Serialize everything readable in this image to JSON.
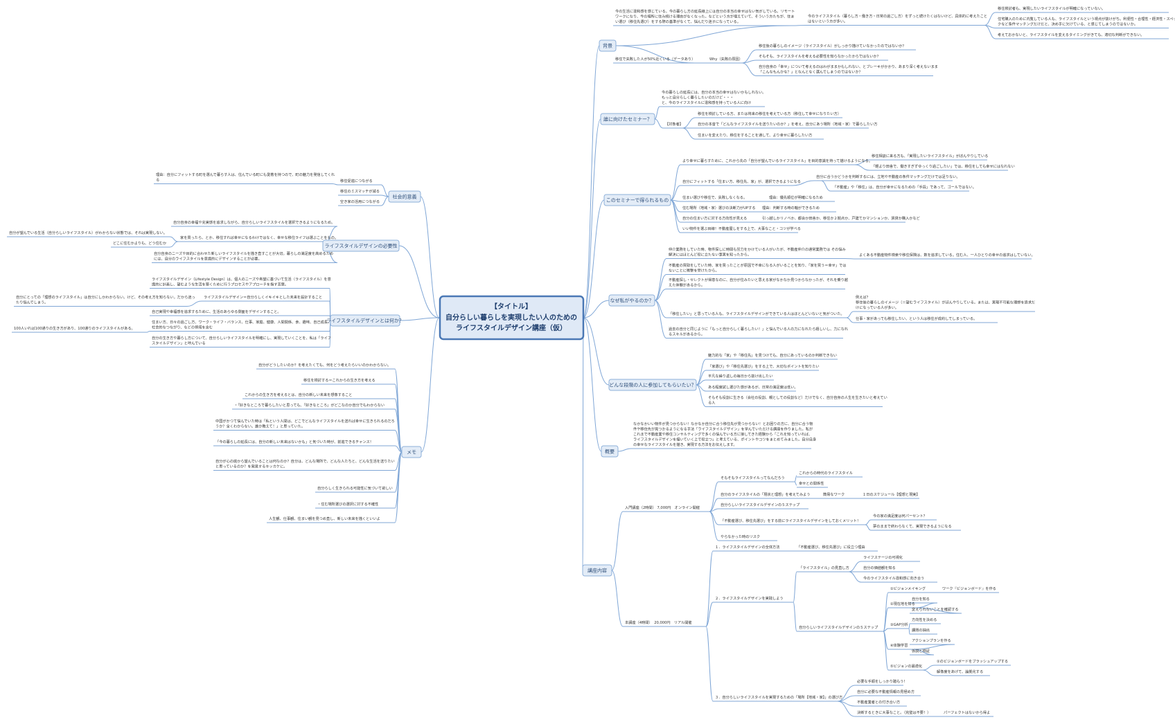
{
  "central": {
    "lines": [
      "【タイトル】",
      "自分らしい暮らしを実現したい人のための",
      "ライフスタイルデザイン講座（仮）"
    ]
  },
  "branches": {
    "haikei": "背景",
    "dare": "誰に向けたセミナー？",
    "erareru": "このセミナーで得られるもの",
    "naze": "なぜ私がやるのか？",
    "donna": "どんな段階の人に参加してもらいたい？",
    "gaiyou": "概要",
    "kouza": "講座内容",
    "shakai": "社会的意義",
    "hitsuyou": "ライフスタイルデザインの必要性",
    "nanika": "ライフスタイルデザインとは何か？",
    "memo": "メモ"
  },
  "haikei": {
    "a": [
      "今の生活に違和感を感じている。今の暮らし方の延長線上には自分の本当の幸せはない気がしている。リモート",
      "ワークになり、今の場所に住み続ける理由がなくなった。などという方が増えていて、そういう方たちが、住ま",
      "い選び（移住先選び）をする際の基準がなくて、悩んだり迷子になっている。"
    ],
    "a1": [
      "今のライフスタイル（暮らし方・働き方・日常の過ごし方）をずっと続けたくはないけど、具体的に考えたこと",
      "はないという方が多い。"
    ],
    "a1a": "移住検討者も、実現したいライフスタイルが明確になっていない。",
    "a1b": [
      "住宅購入のために内覧している人も、ライフスタイルという視点が抜けがち。利便性・合理性・経済性・スペッ",
      "クなど条件マッチングだけだと、決め手に欠けている、と感じてしまうのではないか。"
    ],
    "a1c": "考えておかないと、ライフスタイルを変えるタイミングがきても、適切な判断ができない。",
    "b": "移住で失敗した人が50%近くいる（データあり）",
    "b1": "Why（失敗の原因）",
    "b1a": "移住後の暮らしのイメージ（ライフスタイル）がしっかり描けていなかったのではないか？",
    "b1b": "そもそも、ライフスタイルを考える必要性を知らなかったからではないか？",
    "b1c": [
      "自分自身の「幸せ」について考えるのはわがままかもしれない、とブレーキがかかり、あまり深く考えないまま",
      "「こんなもんかな？」となんとなく選んでしまうのではないか？"
    ]
  },
  "dare": {
    "intro": [
      "今の暮らしの延長には、自分の本当の幸せはないかもしれない。",
      "もっと自分らしく暮らしたいのだけど・・・",
      "と、今のライフスタイルに違和感を持っている人に向け"
    ],
    "label": "【対象者】",
    "t1": "移住を検討している方、または将来の移住を考えている方（移住して幸せになりたい方）",
    "t2": "自分の本音で「どんなライフスタイルを送りたいのか？」を考え、自分にあう場所（地域・家）で暮らしたい方",
    "t3": "住まいを変えたり、移住をすることを通して、より幸せに暮らしたい方"
  },
  "erareru": {
    "e1": "より幸せに暮らすために、これから先の「自分が望んでいるライフスタイル」を目的意識を持って描けるようになる。",
    "e1a": "移住相談に来る方も、「実現したいライフスタイル」がぼんやりしている",
    "e1b": "「軽より田舎で、働きすぎずゆっくり過ごしたい」では、移住をしても幸せにはなれない",
    "e2": "自分にフィットする「住まい方、移住先、家」が、選択できるようになる",
    "e2a": "自分に合うかどうかを判断するには、立地や不動産の条件マッチングだけでは足りない。",
    "e2b": "「不動産」や「移住」は、自分が幸せになるための「手段」であって、ゴールではない。",
    "e3": "住まい選びや移住で、失敗しなくなる。",
    "e3a": "理由：優先順位が明確になるため",
    "e4": "住む場所（地域・家）選びの決断力がUPする",
    "e4a": "理由：判断する時の軸ができるため",
    "e5": "自分の住まい方に対する方向性が見える",
    "e5a": "引っ越しかリノベか、都会か田舎か、移住か２拠点か、戸建てかマンションか、賃貸か購入かなど",
    "e6": "いい物件を選ぶ目線！不動産屋しをする上で、大事なこと・コツが学べる"
  },
  "naze": {
    "n1": [
      "仲介業務をしていた時、物件探しに時間も労力をかけている人がいたが、不動産仲介の通常業務では その悩み",
      "解決にはほとんど役に立たない事実を知ったから。"
    ],
    "n1a": "よくある不動産物件検索や移住保険は、数を追求している。住む人、一人ひとりの幸せの追求はしていない。",
    "n2": [
      "不動産の買取をしていた時、家を買ったことが原因で不幸になる人がいることを知り、「家を買う＝幸せ」では",
      "ないことに衝撃を受けたから。"
    ],
    "n3": [
      "不動産探し・セレクトが得意なのに、自分が住みたいと思える家がなかなか見つからなかったが、それを乗り越",
      "えた体験があるから。"
    ],
    "n4": "「移住したい」と思っている人も、ライフスタイルデザインができている人はほとんどいないと気がついた。",
    "n4a": [
      "例えば？",
      "移住後の暮らしのイメージ（＝望むライフスタイル）がぼんやりしている。または、実現不可能な理想を追求だ",
      "けになっている人が多い。"
    ],
    "n4b": "仕事・家があっても移住したい、という人は移住が成約してしまっている。",
    "n5": [
      "過去の自分と同じように「もっと自分らしく暮らしたい！」と悩んでいる人の力になれたら嬉しいし、力になれ",
      "るスキルがあるから。"
    ]
  },
  "donna": {
    "d1": "魅力的な「家」や「移住先」を見つけても、自分にあっているのか判断できない",
    "d2": "「家選び」や「移住先選び」をする上で、大切なポイントを知りたい",
    "d3": "平凡な繰り返しの毎日から抜け出したい",
    "d4": "ある程度試し選びた感があるが、日常の満足度は低い。",
    "d5": [
      "そもそも役割に生きる（会社の役割、親としての役割など）だけでなく、自分自身の人生を生きたいと考えてい",
      "る人"
    ]
  },
  "gaiyou": {
    "text": [
      "なかなかいい物件が見つからない！なかなか自分に合う移住先が見つからない！とお困りの方に、自分に合う物",
      "件や移住先が見つかるようになる手法「ライフスタイルデザイン」を学んでいただける講座を作りました。私が",
      "これまで不動産業や移住コンサルティングで多くの悩んでいる方に接してきた経験から「これを知っていれば、",
      "ライフスタイルデザインを描いていく上で役立つ」と考えている、ポイントやコツをまとめてみました。自分自身",
      "の幸せなライフスタイルを描き、実現する方法をお伝えします。"
    ]
  },
  "kouza": {
    "nyumon": "入門講座（2時間） 7,000円　オンライン開催",
    "nyumon_items": {
      "i1": "そもそもライフスタイルってなんだろう",
      "i1a": "これからの時代のライフスタイル",
      "i1b": "幸せとの関係性",
      "i2": "自分のライフスタイルの「現状と理想」を考えてみよう",
      "i2a": "簡易なワーク",
      "i2b": "１日のスケジュール【理想と現実】",
      "i3": "自分らしいライフスタイルデザインの５ステップ",
      "i4": "「不動産選び、移住先選び」をする前にライフスタイルデザインをしておくメリット！",
      "i4a": "今の家の満足度は何パーセント？",
      "i4b": "夢のままで終わらなくて、実現できるようになる",
      "i5": "やらなかった時のリスク"
    },
    "honkouza": "本講座（4時間）　20,000円　リアル開催",
    "hon_items": {
      "h1": "１．ライフスタイルデザインの全体方法",
      "h1a": "「不動産選び、移住先選び」に役立つ理由",
      "h2": "２．ライフスタイルデザインを実践しよう",
      "h2a": "「ライフスタイル」の見直し方",
      "h2a1": "ライフステージの可視化",
      "h2a2": "自分の価値観を知る",
      "h2a3": "今のライフスタイル違和感に向き合う",
      "h2b": "自分らしいライフスタイルデザインの５ステップ",
      "s1": "①ビジョンメイキング",
      "s1a": "ワーク『ビジョンボード』を作る",
      "s2": "②現在地を知る",
      "s2a": "自分を知る",
      "s2b": "変えられないことを確認する",
      "s3": "③GAP分析",
      "s3a": "方向性を決める",
      "s3b": "課題の抽出",
      "s4": "④体験学習",
      "s4a": "アクションプランを作る",
      "s4b": "仮説と検証",
      "s5": "⑤ビジョンの最適化",
      "s5a": "①のビジョンボードをブラッシュアップする",
      "s5b": "解像度をあげて、論拠化する",
      "h3": "３．自分らしいライフスタイルを実現するための「場所【地域・家】」の選び方",
      "h3a": "必要な手順をしっかり踏もう！",
      "h3b": "自分に必要な不動産情報の見極め方",
      "h3c": "不動産業者との付き合い方",
      "h3d": "決断するときに大事なこと。（完璧は不要！）",
      "h3d1": "パーフェクトはないから得よ"
    }
  },
  "shakai": {
    "s1": "移住促進につながる",
    "s1a": [
      "理由：自分にフィットする町を選んで暮らす人は、住んでいる町にも愛着を持つので、町の魅力を発信してくれ",
      "る"
    ],
    "s2": "移住のミスマッチが減る",
    "s3": "空き家の活用につながる"
  },
  "hitsuyou": {
    "h1": "自分自身の幸福や充実感を追求しながら、自分らしいライフスタイルを選択できるようになるため。",
    "h2": "家を買ったら、とか、移住すれば幸せになるわけではなく、幸せな移住ライフは選ぶことをもの。",
    "h2a": "自分が望んでいる生活（自分らしいライフスタイル）がわからない状態では、それは実現しない。",
    "h2b": "どこに住むかよりも、どう住むか",
    "h3": [
      "自分自身のニーズや目的に合わせた新しいライフスタイルを描き直すことが大切。暮らしの満足度を高めるため",
      "には、自分のライフスタイルを意識的にデザインすることが必要。"
    ]
  },
  "nanika": {
    "n1": [
      "ライフスタイルデザイン（Lifestyle Design）は、個人のニーズや希望に基づいて生活（ライフスタイル）を意",
      "識的に計画し、望むような生活を築くために行うプロセスやアプローチを指す言葉。"
    ],
    "n2": "ライフスタイルデザイン＝自分らしくイキイキとした未来を設計すること",
    "n2a": [
      "自分にとっての「理想のライフスタイル」は自分にしかわからない。けど、その考え方を知らない。だから迷っ",
      "たり悩んでしまう。"
    ],
    "n3": "自己実現や幸福感を追求するために、生活のあらゆる側面をデザインすること。",
    "n4": [
      "住まい方、日々の過ごし方、ワーク・ライフ・バランス、仕事、家庭、健康、人間関係、食、趣味、自己成長、",
      "社会的なつながり、などの領域を含む"
    ],
    "n4a": "100人いれば100通りの生き方があり、100通りのライフスタイルがある。",
    "n5": [
      "自分の生き方や暮らし方について、自分らしいライフスタイルを明確にし、実現していくことを、私は「ライフ",
      "スタイルデザイン」と呼んでいる"
    ]
  },
  "memo": {
    "m1": "自分がどうしたいのか？を考えたくても、何をどう考えたらいいのかわからない。",
    "m2": "移住を検討する＝これからの生き方を考える",
    "m3": "これからの生き方を考えるとは、自分の新しい未来を想像すること",
    "m4": "・「好きなところで暮らしたいと思っても、「好きなところ」がどこなのか自分でもわからない",
    "m5": [
      "中国がかつて悩んでいた時は「私という人間は、どこでどんなライフスタイルを送れば幸せに生きられるのだろ",
      "うか？全くわからない。誰か教えて！」と思っていた。"
    ],
    "m6": "「今の暮らしの延長には、自分の新しい未来はないかも」と気づいた時が、前進できるチャンス！",
    "m7": [
      "自分が心の底から望んでいることは何なのか？自分は、どんな場所で、どんな人たちと、どんな生活を送りたい",
      "と思っているのか？を発見するキッカケに。"
    ],
    "m8": "自分らしく生きられる可能性に気づいて欲しい",
    "m9": "・住む場所選びの選択に対する不確性",
    "m10": "人生観、仕事観、住まい観を見つめ直し、新しい未来を描くといいよ"
  },
  "colors": {
    "line": "#7fa6d6",
    "branch_fill": "#e3ecf7",
    "branch_border": "#8eb0da",
    "central_fill": "#dfe9f6",
    "central_border": "#4a78b5"
  }
}
